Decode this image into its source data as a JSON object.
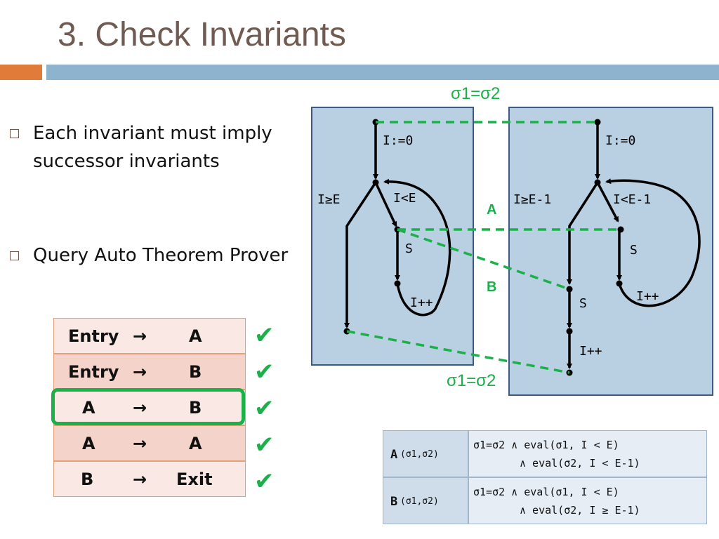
{
  "slide": {
    "title": "3. Check Invariants",
    "bullets": [
      {
        "line1": "Each invariant must imply",
        "line2": "successor invariants"
      },
      {
        "line1": "Query Auto Theorem Prover"
      }
    ]
  },
  "checks_table": {
    "rows": [
      {
        "from": "Entry",
        "arrow": "→",
        "to": "A",
        "status": "✔"
      },
      {
        "from": "Entry",
        "arrow": "→",
        "to": "B",
        "status": "✔"
      },
      {
        "from": "A",
        "arrow": "→",
        "to": "B",
        "status": "✔",
        "highlighted": true
      },
      {
        "from": "A",
        "arrow": "→",
        "to": "A",
        "status": "✔"
      },
      {
        "from": "B",
        "arrow": "→",
        "to": "Exit",
        "status": "✔"
      }
    ],
    "highlight_color": "#1bb04a"
  },
  "diagram": {
    "sigma_top": "σ1=σ2",
    "sigma_bottom": "σ1=σ2",
    "label_a": "A",
    "label_b": "B",
    "left_program": {
      "init": "I:=0",
      "exit_cond": "I≥E",
      "loop_cond": "I<E",
      "stmt": "S",
      "incr": "I++"
    },
    "right_program": {
      "init": "I:=0",
      "exit_cond": "I≥E-1",
      "loop_cond": "I<E-1",
      "stmt_loop": "S",
      "incr_loop": "I++",
      "stmt_tail": "S",
      "incr_tail": "I++"
    },
    "colors": {
      "box_fill": "#b9cfe2",
      "box_border": "#3d5a80",
      "dashed": "#1bb04a"
    }
  },
  "formula_table": {
    "rows": [
      {
        "label": "A",
        "params": "(σ1,σ2)",
        "line1": "σ1=σ2 ∧ eval(σ1, I < E)",
        "line2": "∧ eval(σ2, I < E-1)"
      },
      {
        "label": "B",
        "params": "(σ1,σ2)",
        "line1": "σ1=σ2 ∧ eval(σ1, I < E)",
        "line2": "∧ eval(σ2, I ≥ E-1)"
      }
    ]
  },
  "colors": {
    "title": "#6f5b51",
    "accent_orange": "#e07b39",
    "accent_blue": "#8eb3cf"
  }
}
